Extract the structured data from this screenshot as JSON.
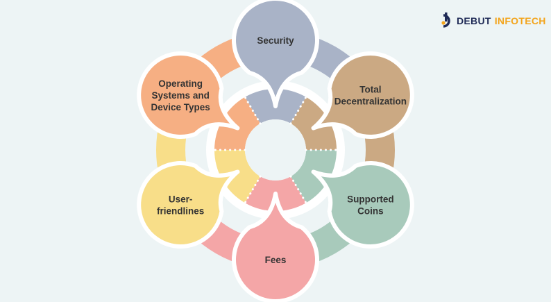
{
  "brand": {
    "word1": "DEBUT",
    "word2": "INFOTECH",
    "colors": {
      "primary": "#1f2a56",
      "accent": "#f3a41b"
    },
    "icon": "debut-infotech-logo-icon"
  },
  "colors": {
    "background": "#edf4f5",
    "hub": "#edf4f5",
    "ring": "#ffffff",
    "label": "#333333"
  },
  "segments": [
    {
      "id": "security",
      "lines": [
        "Security"
      ],
      "color": "#a9b3c7"
    },
    {
      "id": "total-decentralization",
      "lines": [
        "Total",
        "Decentralization"
      ],
      "color": "#cba983"
    },
    {
      "id": "supported-coins",
      "lines": [
        "Supported",
        "Coins"
      ],
      "color": "#a8cabb"
    },
    {
      "id": "fees",
      "lines": [
        "Fees"
      ],
      "color": "#f4a6a7"
    },
    {
      "id": "user-friendlines",
      "lines": [
        "User-",
        "friendlines"
      ],
      "color": "#f8de89"
    },
    {
      "id": "operating-systems",
      "lines": [
        "Operating",
        "Systems and",
        "Device Types"
      ],
      "color": "#f6af83"
    }
  ]
}
